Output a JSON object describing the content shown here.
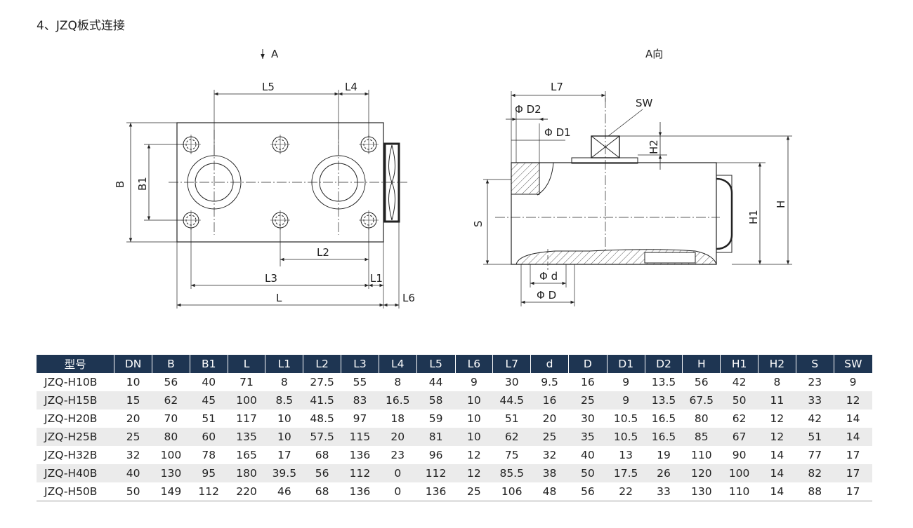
{
  "title": "4、JZQ板式连接",
  "drawing": {
    "front_view": {
      "view_arrow_label": "A",
      "dims": {
        "L5": "L5",
        "L4": "L4",
        "B": "B",
        "B1": "B1",
        "L2": "L2",
        "L3": "L3",
        "L1": "L1",
        "L": "L",
        "L6": "L6"
      }
    },
    "side_view": {
      "view_label": "A向",
      "dims": {
        "L7": "L7",
        "SW": "SW",
        "D2": "Φ D2",
        "D1": "Φ D1",
        "H2": "H2",
        "S": "S",
        "H1": "H1",
        "H": "H",
        "d": "Φ d",
        "D": "Φ D"
      }
    }
  },
  "table": {
    "headers": [
      "型号",
      "DN",
      "B",
      "B1",
      "L",
      "L1",
      "L2",
      "L3",
      "L4",
      "L5",
      "L6",
      "L7",
      "d",
      "D",
      "D1",
      "D2",
      "H",
      "H1",
      "H2",
      "S",
      "SW"
    ],
    "rows": [
      [
        "JZQ-H10B",
        "10",
        "56",
        "40",
        "71",
        "8",
        "27.5",
        "55",
        "8",
        "44",
        "9",
        "30",
        "9.5",
        "16",
        "9",
        "13.5",
        "56",
        "42",
        "8",
        "23",
        "9"
      ],
      [
        "JZQ-H15B",
        "15",
        "62",
        "45",
        "100",
        "8.5",
        "41.5",
        "83",
        "16.5",
        "58",
        "10",
        "44.5",
        "16",
        "25",
        "9",
        "13.5",
        "67.5",
        "50",
        "11",
        "33",
        "12"
      ],
      [
        "JZQ-H20B",
        "20",
        "70",
        "51",
        "117",
        "10",
        "48.5",
        "97",
        "18",
        "59",
        "10",
        "51",
        "20",
        "30",
        "10.5",
        "16.5",
        "80",
        "62",
        "12",
        "42",
        "14"
      ],
      [
        "JZQ-H25B",
        "25",
        "80",
        "60",
        "135",
        "10",
        "57.5",
        "115",
        "20",
        "81",
        "10",
        "62",
        "25",
        "35",
        "10.5",
        "16.5",
        "85",
        "67",
        "12",
        "51",
        "14"
      ],
      [
        "JZQ-H32B",
        "32",
        "100",
        "78",
        "165",
        "17",
        "68",
        "136",
        "23",
        "96",
        "12",
        "75",
        "32",
        "40",
        "13",
        "19",
        "110",
        "90",
        "14",
        "77",
        "17"
      ],
      [
        "JZQ-H40B",
        "40",
        "130",
        "95",
        "180",
        "39.5",
        "56",
        "112",
        "0",
        "112",
        "12",
        "85.5",
        "38",
        "50",
        "17.5",
        "26",
        "120",
        "100",
        "14",
        "82",
        "17"
      ],
      [
        "JZQ-H50B",
        "50",
        "149",
        "112",
        "220",
        "46",
        "68",
        "136",
        "0",
        "136",
        "25",
        "106",
        "48",
        "56",
        "22",
        "33",
        "130",
        "110",
        "14",
        "88",
        "17"
      ]
    ]
  }
}
